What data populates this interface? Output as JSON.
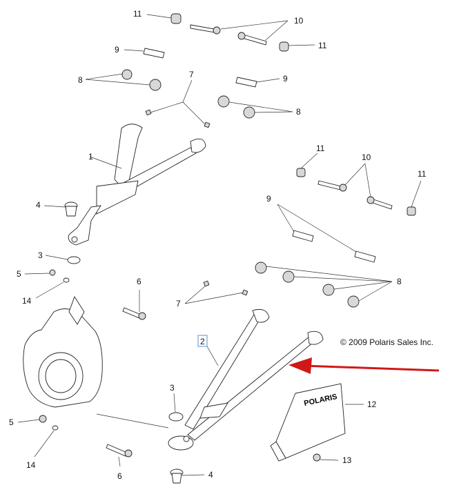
{
  "copyright": "© 2009 Polaris Sales Inc.",
  "skid_plate_brand": "POLARIS",
  "highlighted_callout": "2",
  "arrow_color": "#d01818",
  "callouts": {
    "c11a": "11",
    "c10a": "10",
    "c9a": "9",
    "c11b": "11",
    "c8a": "8",
    "c7a": "7",
    "c9b": "9",
    "c8b": "8",
    "c1": "1",
    "c11c": "11",
    "c10b": "10",
    "c11d": "11",
    "c4a": "4",
    "c9c": "9",
    "c3a": "3",
    "c5a": "5",
    "c6a": "6",
    "c8c": "8",
    "c14a": "14",
    "c7b": "7",
    "c2": "2",
    "c12": "12",
    "c3b": "3",
    "c5b": "5",
    "c13": "13",
    "c14b": "14",
    "c6b": "6",
    "c4b": "4"
  }
}
